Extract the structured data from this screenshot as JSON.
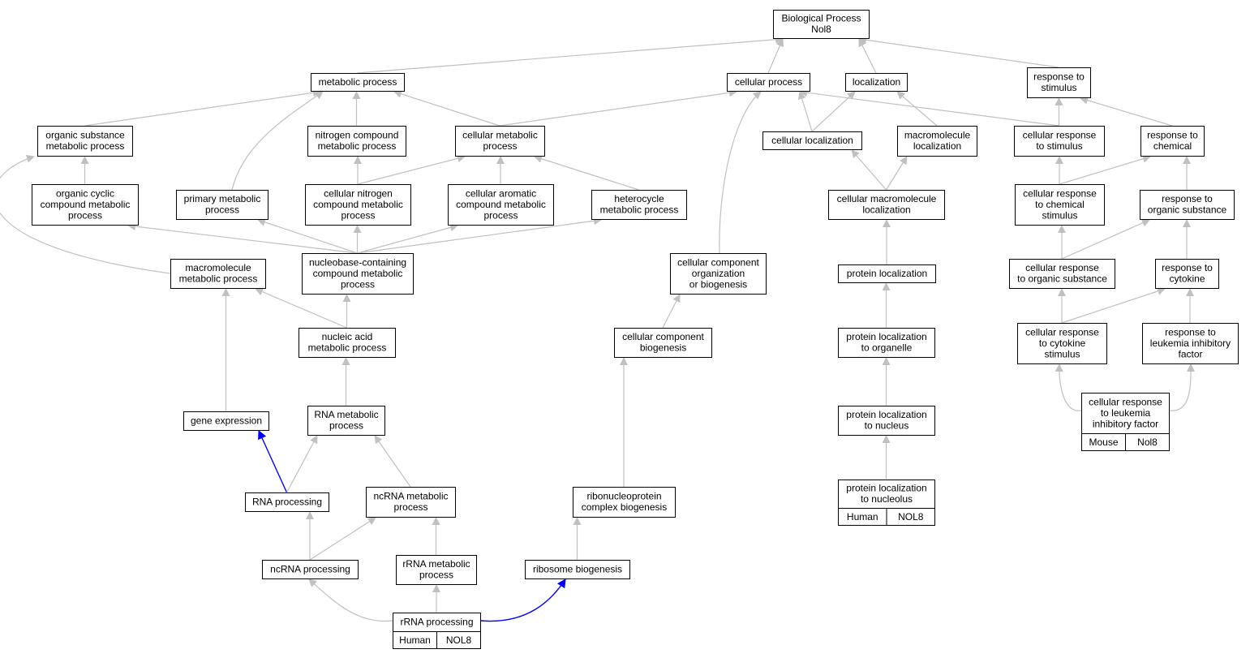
{
  "colors": {
    "edge": "#c0c0c0",
    "highlight_edge": "#0000ff",
    "human_tag": "#fa6648",
    "mouse_tag": "#add8e6",
    "node_border": "#000000",
    "node_fill": "#ffffff"
  },
  "nodes": [
    {
      "id": "bp",
      "lines": [
        "Biological Process",
        "Nol8"
      ]
    },
    {
      "id": "metabolic",
      "lines": [
        "metabolic process"
      ]
    },
    {
      "id": "cellular",
      "lines": [
        "cellular process"
      ]
    },
    {
      "id": "localization",
      "lines": [
        "localization"
      ]
    },
    {
      "id": "response_stimulus",
      "lines": [
        "response to",
        "stimulus"
      ]
    },
    {
      "id": "organic_substance_met",
      "lines": [
        "organic substance",
        "metabolic process"
      ]
    },
    {
      "id": "nitrogen_compound_met",
      "lines": [
        "nitrogen compound",
        "metabolic process"
      ]
    },
    {
      "id": "cellular_met",
      "lines": [
        "cellular metabolic",
        "process"
      ]
    },
    {
      "id": "cellular_localization",
      "lines": [
        "cellular localization"
      ]
    },
    {
      "id": "macromolecule_localization",
      "lines": [
        "macromolecule",
        "localization"
      ]
    },
    {
      "id": "cellular_response_stimulus",
      "lines": [
        "cellular response",
        "to stimulus"
      ]
    },
    {
      "id": "response_chemical",
      "lines": [
        "response to",
        "chemical"
      ]
    },
    {
      "id": "organic_cyclic",
      "lines": [
        "organic cyclic",
        "compound metabolic",
        "process"
      ]
    },
    {
      "id": "primary_met",
      "lines": [
        "primary metabolic",
        "process"
      ]
    },
    {
      "id": "cellular_nitrogen",
      "lines": [
        "cellular nitrogen",
        "compound metabolic",
        "process"
      ]
    },
    {
      "id": "cellular_aromatic",
      "lines": [
        "cellular aromatic",
        "compound metabolic",
        "process"
      ]
    },
    {
      "id": "heterocycle",
      "lines": [
        "heterocycle",
        "metabolic process"
      ]
    },
    {
      "id": "cellular_macromolecule_loc",
      "lines": [
        "cellular macromolecule",
        "localization"
      ]
    },
    {
      "id": "cellular_response_chemical",
      "lines": [
        "cellular response",
        "to chemical",
        "stimulus"
      ]
    },
    {
      "id": "response_organic",
      "lines": [
        "response to",
        "organic substance"
      ]
    },
    {
      "id": "macromolecule_met",
      "lines": [
        "macromolecule",
        "metabolic process"
      ]
    },
    {
      "id": "nucleobase",
      "lines": [
        "nucleobase-containing",
        "compound metabolic",
        "process"
      ]
    },
    {
      "id": "cc_org",
      "lines": [
        "cellular component",
        "organization",
        "or biogenesis"
      ]
    },
    {
      "id": "protein_localization",
      "lines": [
        "protein localization"
      ]
    },
    {
      "id": "cellular_response_organic",
      "lines": [
        "cellular response",
        "to organic substance"
      ]
    },
    {
      "id": "response_cytokine",
      "lines": [
        "response to",
        "cytokine"
      ]
    },
    {
      "id": "nucleic_acid",
      "lines": [
        "nucleic acid",
        "metabolic process"
      ]
    },
    {
      "id": "cc_biogenesis",
      "lines": [
        "cellular component",
        "biogenesis"
      ]
    },
    {
      "id": "protein_loc_organelle",
      "lines": [
        "protein localization",
        "to organelle"
      ]
    },
    {
      "id": "cellular_response_cytokine",
      "lines": [
        "cellular response",
        "to cytokine",
        "stimulus"
      ]
    },
    {
      "id": "response_lif",
      "lines": [
        "response to",
        "leukemia inhibitory",
        "factor"
      ]
    },
    {
      "id": "gene_expression",
      "lines": [
        "gene expression"
      ]
    },
    {
      "id": "rna_met",
      "lines": [
        "RNA metabolic",
        "process"
      ]
    },
    {
      "id": "protein_loc_nucleus",
      "lines": [
        "protein localization",
        "to nucleus"
      ]
    },
    {
      "id": "cellular_response_lif",
      "lines": [
        "cellular response",
        "to leukemia",
        "inhibitory factor"
      ],
      "tags": [
        "Mouse",
        "Nol8"
      ],
      "tag_color": "#add8e6"
    },
    {
      "id": "rna_processing",
      "lines": [
        "RNA processing"
      ]
    },
    {
      "id": "ncrna_met",
      "lines": [
        "ncRNA metabolic",
        "process"
      ]
    },
    {
      "id": "ribonucleoprotein",
      "lines": [
        "ribonucleoprotein",
        "complex biogenesis"
      ]
    },
    {
      "id": "protein_loc_nucleolus",
      "lines": [
        "protein localization",
        "to nucleolus"
      ],
      "tags": [
        "Human",
        "NOL8"
      ],
      "tag_color": "#fa6648"
    },
    {
      "id": "ncrna_processing",
      "lines": [
        "ncRNA processing"
      ]
    },
    {
      "id": "rrna_met",
      "lines": [
        "rRNA metabolic",
        "process"
      ]
    },
    {
      "id": "ribosome_biogenesis",
      "lines": [
        "ribosome biogenesis"
      ]
    },
    {
      "id": "rrna_processing",
      "lines": [
        "rRNA processing"
      ],
      "tags": [
        "Human",
        "NOL8"
      ],
      "tag_color": "#fa6648"
    }
  ],
  "edges": [
    [
      "metabolic",
      "bp"
    ],
    [
      "cellular",
      "bp"
    ],
    [
      "localization",
      "bp"
    ],
    [
      "response_stimulus",
      "bp"
    ],
    [
      "organic_substance_met",
      "metabolic"
    ],
    [
      "nitrogen_compound_met",
      "metabolic"
    ],
    [
      "cellular_met",
      "metabolic"
    ],
    [
      "primary_met",
      "metabolic"
    ],
    [
      "cellular_met",
      "cellular"
    ],
    [
      "cellular_localization",
      "cellular"
    ],
    [
      "cellular_localization",
      "localization"
    ],
    [
      "macromolecule_localization",
      "localization"
    ],
    [
      "cellular_response_stimulus",
      "cellular"
    ],
    [
      "cellular_response_stimulus",
      "response_stimulus"
    ],
    [
      "response_chemical",
      "response_stimulus"
    ],
    [
      "organic_cyclic",
      "organic_substance_met"
    ],
    [
      "macromolecule_met",
      "organic_substance_met"
    ],
    [
      "cellular_nitrogen",
      "nitrogen_compound_met"
    ],
    [
      "cellular_nitrogen",
      "cellular_met"
    ],
    [
      "cellular_aromatic",
      "cellular_met"
    ],
    [
      "heterocycle",
      "cellular_met"
    ],
    [
      "cellular_macromolecule_loc",
      "cellular_localization"
    ],
    [
      "cellular_macromolecule_loc",
      "macromolecule_localization"
    ],
    [
      "cellular_response_chemical",
      "cellular_response_stimulus"
    ],
    [
      "cellular_response_chemical",
      "response_chemical"
    ],
    [
      "response_organic",
      "response_chemical"
    ],
    [
      "nucleobase",
      "organic_cyclic"
    ],
    [
      "nucleobase",
      "primary_met"
    ],
    [
      "nucleobase",
      "cellular_nitrogen"
    ],
    [
      "nucleobase",
      "cellular_aromatic"
    ],
    [
      "nucleobase",
      "heterocycle"
    ],
    [
      "cc_org",
      "cellular"
    ],
    [
      "protein_localization",
      "cellular_macromolecule_loc"
    ],
    [
      "cellular_response_organic",
      "cellular_response_chemical"
    ],
    [
      "cellular_response_organic",
      "response_organic"
    ],
    [
      "response_cytokine",
      "response_organic"
    ],
    [
      "nucleic_acid",
      "macromolecule_met"
    ],
    [
      "nucleic_acid",
      "nucleobase"
    ],
    [
      "cc_biogenesis",
      "cc_org"
    ],
    [
      "protein_loc_organelle",
      "protein_localization"
    ],
    [
      "cellular_response_cytokine",
      "cellular_response_organic"
    ],
    [
      "cellular_response_cytokine",
      "response_cytokine"
    ],
    [
      "response_lif",
      "response_cytokine"
    ],
    [
      "gene_expression",
      "macromolecule_met"
    ],
    [
      "rna_met",
      "nucleic_acid"
    ],
    [
      "protein_loc_nucleus",
      "protein_loc_organelle"
    ],
    [
      "cellular_response_lif",
      "cellular_response_cytokine"
    ],
    [
      "cellular_response_lif",
      "response_lif"
    ],
    [
      "rna_processing",
      "gene_expression",
      "highlight"
    ],
    [
      "rna_processing",
      "rna_met"
    ],
    [
      "ncrna_met",
      "rna_met"
    ],
    [
      "ribonucleoprotein",
      "cc_biogenesis"
    ],
    [
      "protein_loc_nucleolus",
      "protein_loc_nucleus"
    ],
    [
      "ncrna_processing",
      "rna_processing"
    ],
    [
      "ncrna_processing",
      "ncrna_met"
    ],
    [
      "rrna_met",
      "ncrna_met"
    ],
    [
      "ribosome_biogenesis",
      "ribonucleoprotein"
    ],
    [
      "rrna_processing",
      "ncrna_processing"
    ],
    [
      "rrna_processing",
      "rrna_met"
    ],
    [
      "rrna_processing",
      "ribosome_biogenesis",
      "highlight"
    ]
  ]
}
